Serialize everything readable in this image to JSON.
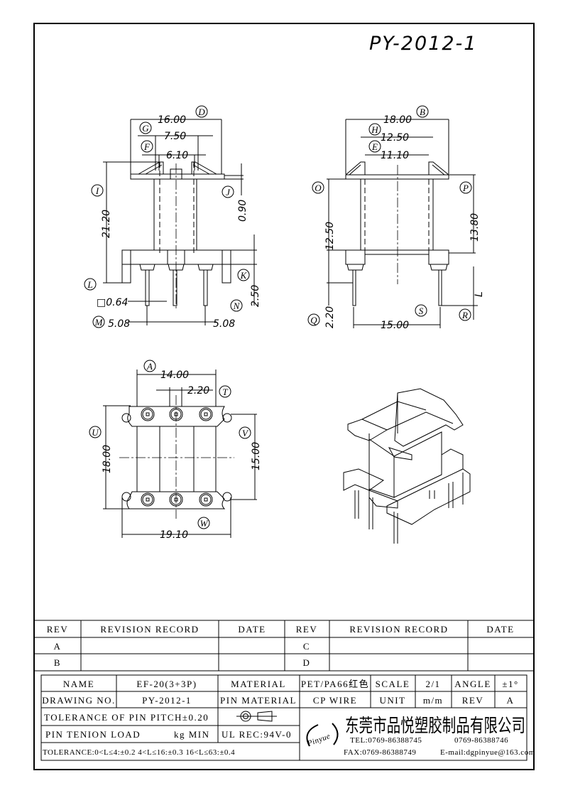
{
  "title": "PY-2012-1",
  "front_view": {
    "dims": [
      "16.00",
      "7.50",
      "6.10",
      "21.20",
      "0.90",
      "2.50",
      "□0.64",
      "5.08",
      "5.08"
    ],
    "letters": [
      "D",
      "G",
      "F",
      "I",
      "J",
      "K",
      "L",
      "M",
      "N"
    ]
  },
  "side_view": {
    "dims": [
      "18.00",
      "12.50",
      "11.10",
      "12.50",
      "13.80",
      "2.20",
      "15.00",
      "L"
    ],
    "letters": [
      "B",
      "H",
      "E",
      "O",
      "P",
      "Q",
      "S",
      "R"
    ]
  },
  "bottom_view": {
    "dims": [
      "14.00",
      "2.20",
      "18.00",
      "15.00",
      "19.10"
    ],
    "letters": [
      "A",
      "T",
      "U",
      "V",
      "W"
    ]
  },
  "revision_table": {
    "headers": [
      "REV",
      "REVISION RECORD",
      "DATE",
      "REV",
      "REVISION RECORD",
      "DATE"
    ],
    "rows": [
      [
        "A",
        "",
        "",
        "C",
        "",
        ""
      ],
      [
        "B",
        "",
        "",
        "D",
        "",
        ""
      ]
    ]
  },
  "title_block": {
    "name_label": "NAME",
    "name_value": "EF-20(3+3P)",
    "material_label": "MATERIAL",
    "material_value": "PET/PA66红色",
    "scale_label": "SCALE",
    "scale_value": "2/1",
    "angle_label": "ANGLE",
    "angle_value": "±1°",
    "drawing_no_label": "DRAWING NO.",
    "drawing_no_value": "PY-2012-1",
    "pin_material_label": "PIN MATERIAL",
    "pin_material_value": "CP WIRE",
    "unit_label": "UNIT",
    "unit_value": "m/m",
    "rev_label": "REV",
    "rev_value": "A",
    "pin_pitch_tolerance": "TOLERANCE OF PIN PITCH±0.20",
    "pin_tension_label": "PIN TENION LOAD",
    "pin_tension_unit": "kg MIN",
    "ul_rec": "UL REC:94V-0",
    "tolerance": "TOLERANCE:0<L≤4:±0.2  4<L≤16:±0.3   16<L≤63:±0.4",
    "logo_text": "Pinyue",
    "company": "东莞市品悦塑胶制品有限公司",
    "tel": "TEL:0769-86388745",
    "tel2": "0769-86388746",
    "fax": "FAX:0769-86388749",
    "email": "E-mail:dgpinyue@163.com"
  }
}
